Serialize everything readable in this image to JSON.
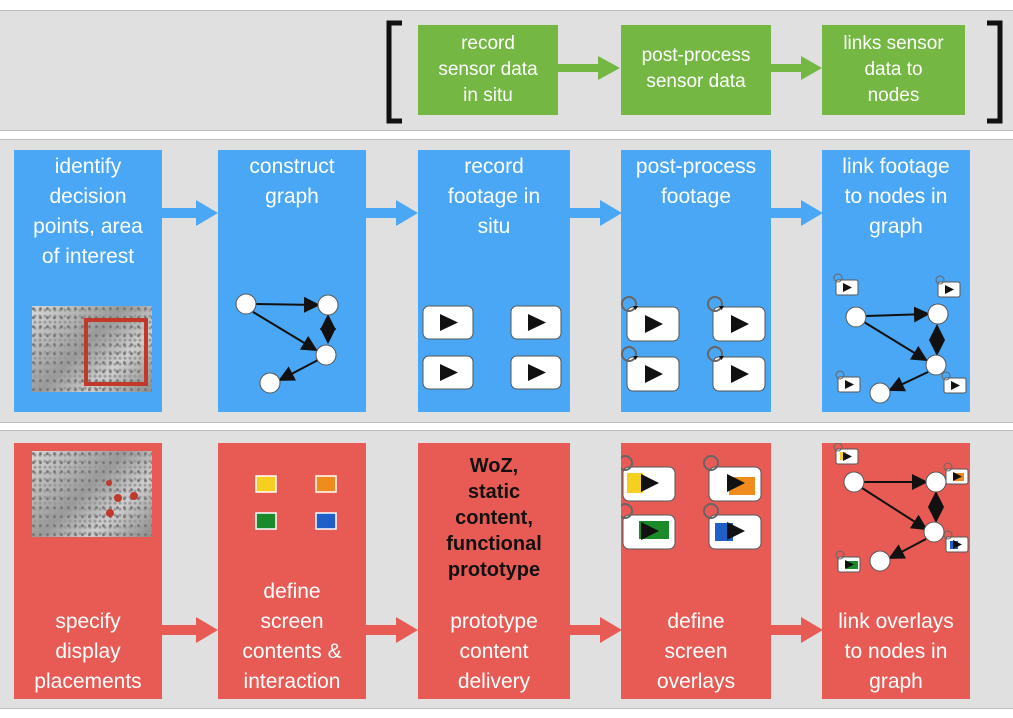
{
  "top_row": {
    "boxes": [
      {
        "label": "record\nsensor data\nin situ"
      },
      {
        "label": "post-process\nsensor data"
      },
      {
        "label": "links sensor\ndata to\nnodes"
      }
    ]
  },
  "middle_row": {
    "boxes": [
      {
        "label": "identify\ndecision\npoints, area\nof interest"
      },
      {
        "label": "construct\ngraph"
      },
      {
        "label": "record\nfootage in\nsitu"
      },
      {
        "label": "post-process\nfootage"
      },
      {
        "label": "link footage\nto nodes in\ngraph"
      }
    ]
  },
  "bottom_row": {
    "boxes": [
      {
        "label": "specify\ndisplay\nplacements"
      },
      {
        "label": "define\nscreen\ncontents &\ninteraction"
      },
      {
        "label": "prototype\ncontent\ndelivery",
        "bold_label": "WoZ,\nstatic\ncontent,\nfunctional\nprototype"
      },
      {
        "label": "define\nscreen\noverlays"
      },
      {
        "label": "link overlays\nto nodes in\ngraph"
      }
    ]
  },
  "colors": {
    "blue": "#4aa7f5",
    "red": "#e85b55",
    "green": "#74b843",
    "swatch_yellow": "#f5d020",
    "swatch_orange": "#f08c1e",
    "swatch_green": "#1a8a2a",
    "swatch_blue": "#1f5fc8"
  },
  "icons": [
    "play-icon",
    "graph-icon",
    "bracket-icon",
    "arrow-icon",
    "aerial-map-image",
    "color-swatch-icon"
  ]
}
